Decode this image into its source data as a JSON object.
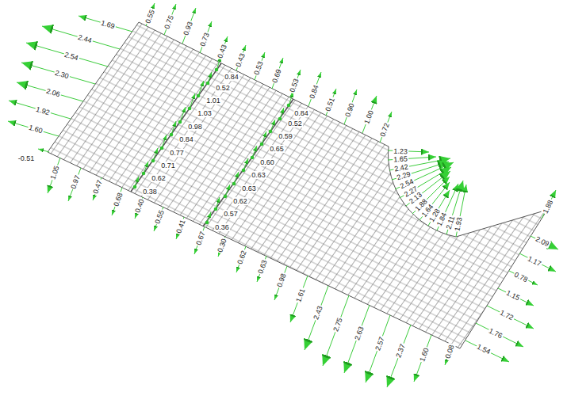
{
  "diagram": {
    "labels": [
      "1.69",
      "2.44",
      "2.54",
      "2.30",
      "2.06",
      "1.92",
      "1.60",
      "-0.51",
      "0.55",
      "0.75",
      "0.93",
      "0.73",
      "0.43",
      "0.43",
      "0.53",
      "0.69",
      "0.53",
      "0.84",
      "0.51",
      "0.90",
      "1.00",
      "0.72",
      "0.84",
      "0.52",
      "1.01",
      "1.03",
      "0.98",
      "0.84",
      "0.77",
      "0.71",
      "0.62",
      "0.38",
      "0.84",
      "0.52",
      "0.59",
      "0.65",
      "0.60",
      "0.63",
      "0.63",
      "0.62",
      "0.57",
      "0.36",
      "1.23",
      "1.65",
      "2.42",
      "2.29",
      "2.54",
      "2.27",
      "2.13",
      "1.88",
      "1.64",
      "1.28",
      "1.84",
      "2.11",
      "1.93",
      "1.54",
      "1.76",
      "1.72",
      "1.15",
      "0.78",
      "1.17",
      "2.09",
      "1.88",
      "1.05",
      "0.97",
      "0.47",
      "0.68",
      "0.40",
      "0.55",
      "0.41",
      "0.67",
      "0.30",
      "0.62",
      "0.63",
      "0.98",
      "1.61",
      "2.43",
      "2.75",
      "2.63",
      "2.57",
      "2.37",
      "1.60",
      "0.08"
    ]
  }
}
